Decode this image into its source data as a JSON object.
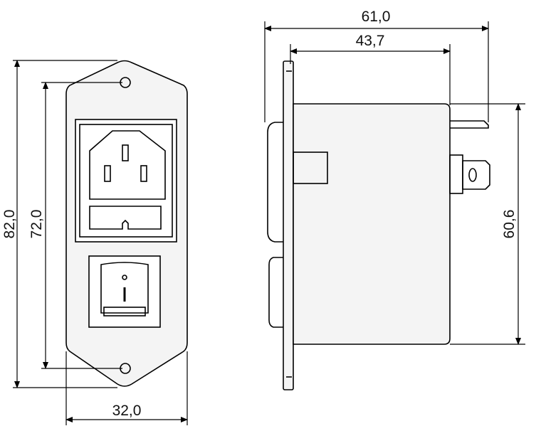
{
  "dimensions": {
    "overall_height": "82,0",
    "hole_spacing": "72,0",
    "width": "32,0",
    "overall_depth": "61,0",
    "body_depth": "43,7",
    "body_height": "60,6"
  },
  "switch_marks": {
    "off": "O",
    "on": "I"
  },
  "colors": {
    "line": "#000000",
    "fill": "#f4f4f4",
    "background": "#ffffff"
  }
}
